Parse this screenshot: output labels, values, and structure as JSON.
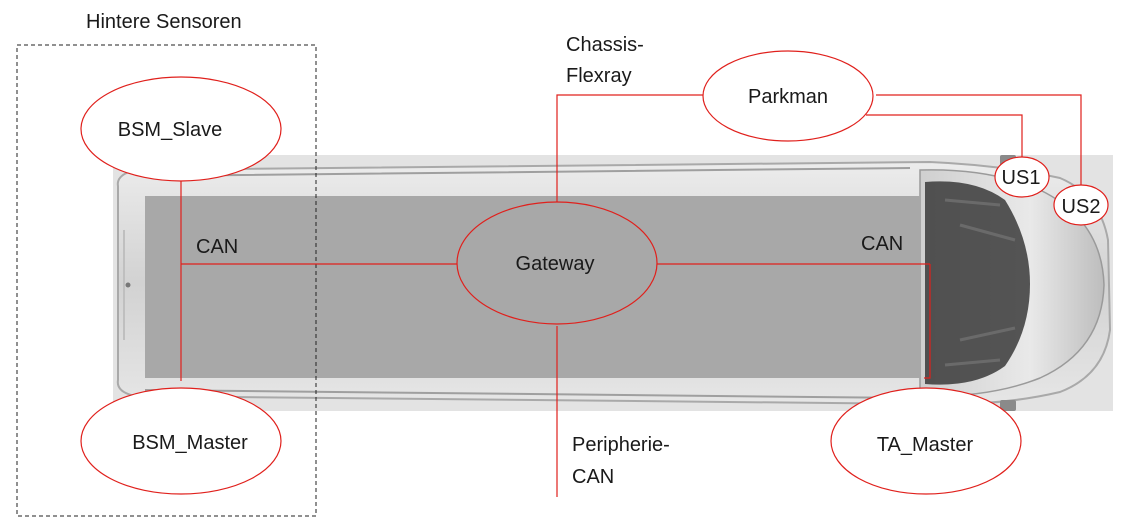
{
  "group_label": "Hintere Sensoren",
  "nodes": {
    "bsm_slave": "BSM_Slave",
    "bsm_master": "BSM_Master",
    "gateway": "Gateway",
    "parkman": "Parkman",
    "us1": "US1",
    "us2": "US2",
    "ta_master": "TA_Master"
  },
  "buses": {
    "can_left": "CAN",
    "can_right": "CAN",
    "chassis_line1": "Chassis-",
    "chassis_line2": "Flexray",
    "peripherie_line1": "Peripherie-",
    "peripherie_line2": "CAN"
  },
  "colors": {
    "line": "#e0201c",
    "cargo": "#a8a8a8",
    "van_body": "#d4d4d4",
    "van_frame": "#bdbdbd"
  }
}
